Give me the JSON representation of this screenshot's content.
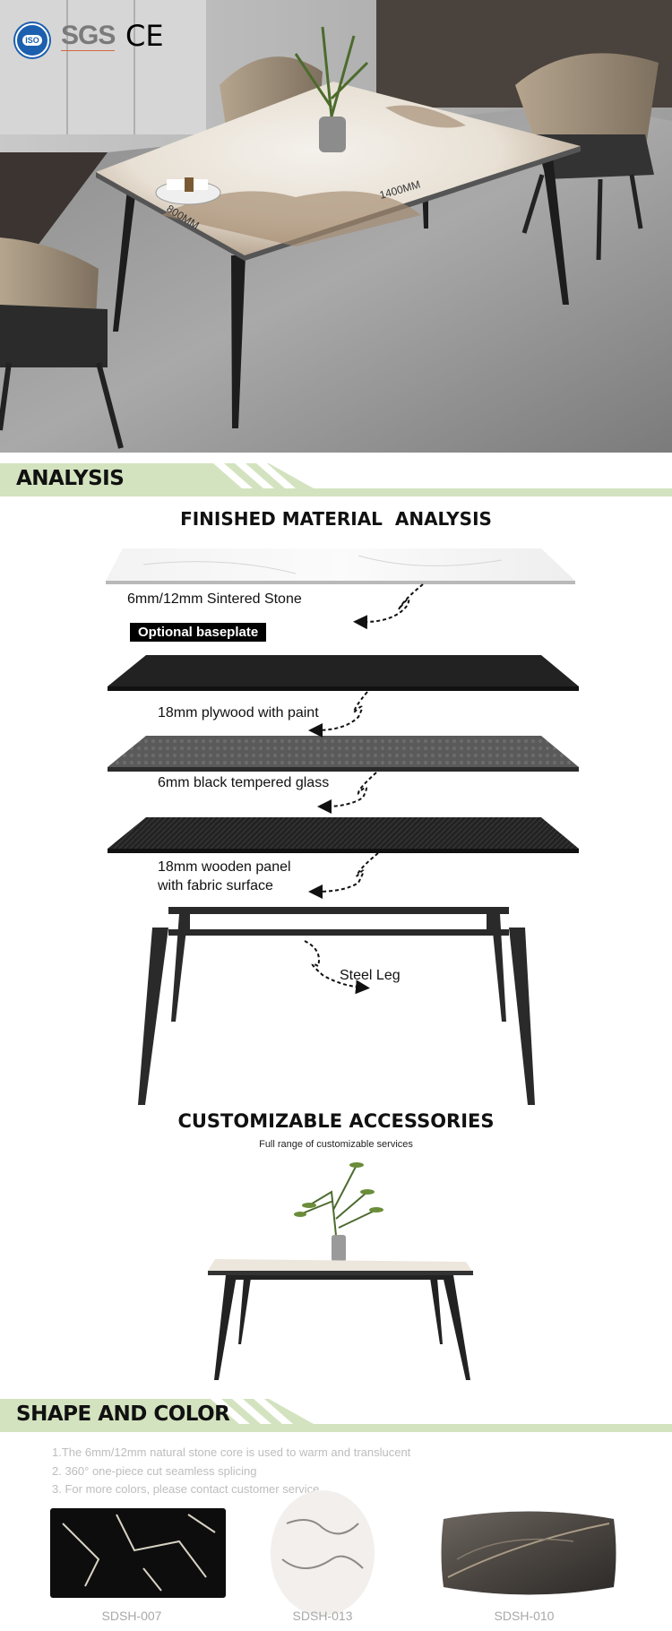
{
  "hero": {
    "certifications": [
      "ISO",
      "SGS",
      "CE"
    ],
    "dimension_length": "1400MM",
    "dimension_width": "800MM"
  },
  "analysis_section": {
    "header": "ANALYSIS",
    "title": "FINISHED MATERIAL  ANALYSIS",
    "layers": [
      {
        "label": "6mm/12mm Sintered Stone"
      },
      {
        "label": "18mm plywood with paint"
      },
      {
        "label": "6mm black tempered glass"
      },
      {
        "label_line1": "18mm wooden panel",
        "label_line2": "with fabric surface"
      },
      {
        "label": "Steel Leg"
      }
    ],
    "optional_badge": "Optional baseplate"
  },
  "accessories_section": {
    "title": "CUSTOMIZABLE ACCESSORIES",
    "subtitle": "Full range of customizable services"
  },
  "shape_section": {
    "header": "SHAPE AND COLOR",
    "notes": [
      "1.The 6mm/12mm natural stone core is used to warm and translucent",
      "2. 360° one-piece cut seamless splicing",
      "3. For more colors, please contact customer service"
    ],
    "swatches": [
      {
        "code": "SDSH-007",
        "shape": "rectangle"
      },
      {
        "code": "SDSH-013",
        "shape": "oval"
      },
      {
        "code": "SDSH-010",
        "shape": "rounded-barrel"
      }
    ]
  },
  "colors": {
    "band": "#d3e3bf",
    "text": "#111111",
    "muted": "#bdbdbd"
  }
}
